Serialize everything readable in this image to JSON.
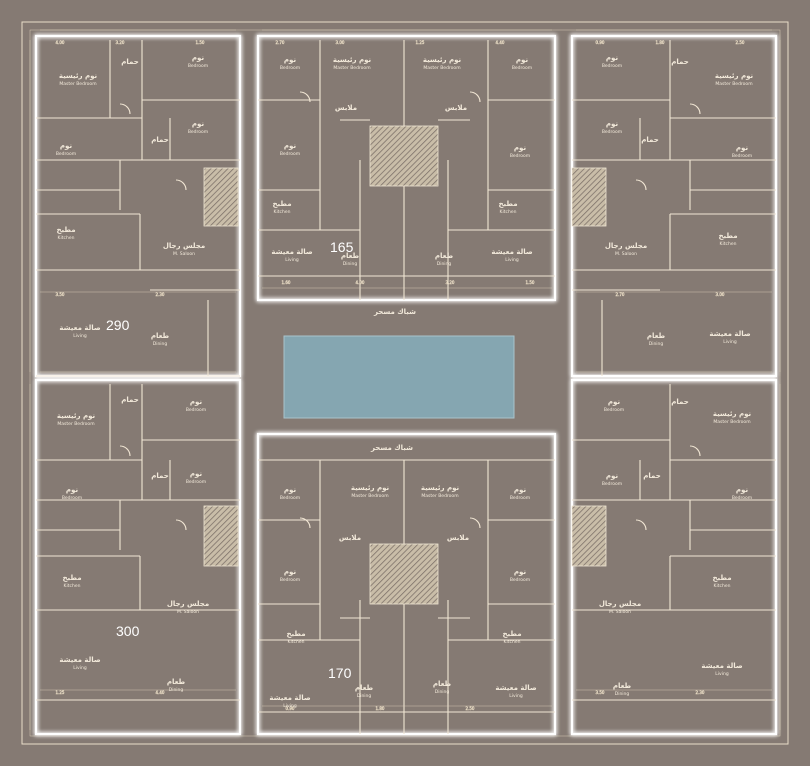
{
  "colors": {
    "background": "#857a73",
    "wall": "#f1e6d4",
    "glow": "#ffffff",
    "courtyard": "#85a6b1"
  },
  "units": [
    {
      "id": "u290",
      "number": "290"
    },
    {
      "id": "u165",
      "number": "165"
    },
    {
      "id": "u300",
      "number": "300"
    },
    {
      "id": "u170",
      "number": "170"
    }
  ],
  "rooms": {
    "master_bedroom": {
      "ar": "نوم رئيسية",
      "en": "Master Bedroom"
    },
    "bedroom": {
      "ar": "نوم",
      "en": "Bedroom"
    },
    "kitchen": {
      "ar": "مطبخ",
      "en": "Kitchen"
    },
    "saloon": {
      "ar": "مجلس رجال",
      "en": "M. Saloon"
    },
    "living": {
      "ar": "صالة معيشة",
      "en": "Living"
    },
    "dining": {
      "ar": "طعام",
      "en": "Dining"
    },
    "bath": {
      "ar": "حمام",
      "en": ""
    },
    "dressing": {
      "ar": "ملابس",
      "en": ""
    }
  },
  "labels": {
    "skylight": "شباك مسحر"
  },
  "dimensions": [
    "4.00",
    "3.20",
    "1.50",
    "2.70",
    "3.00",
    "1.25",
    "4.40",
    "0.90",
    "1.80",
    "2.50",
    "3.50",
    "2.30",
    "1.60"
  ]
}
